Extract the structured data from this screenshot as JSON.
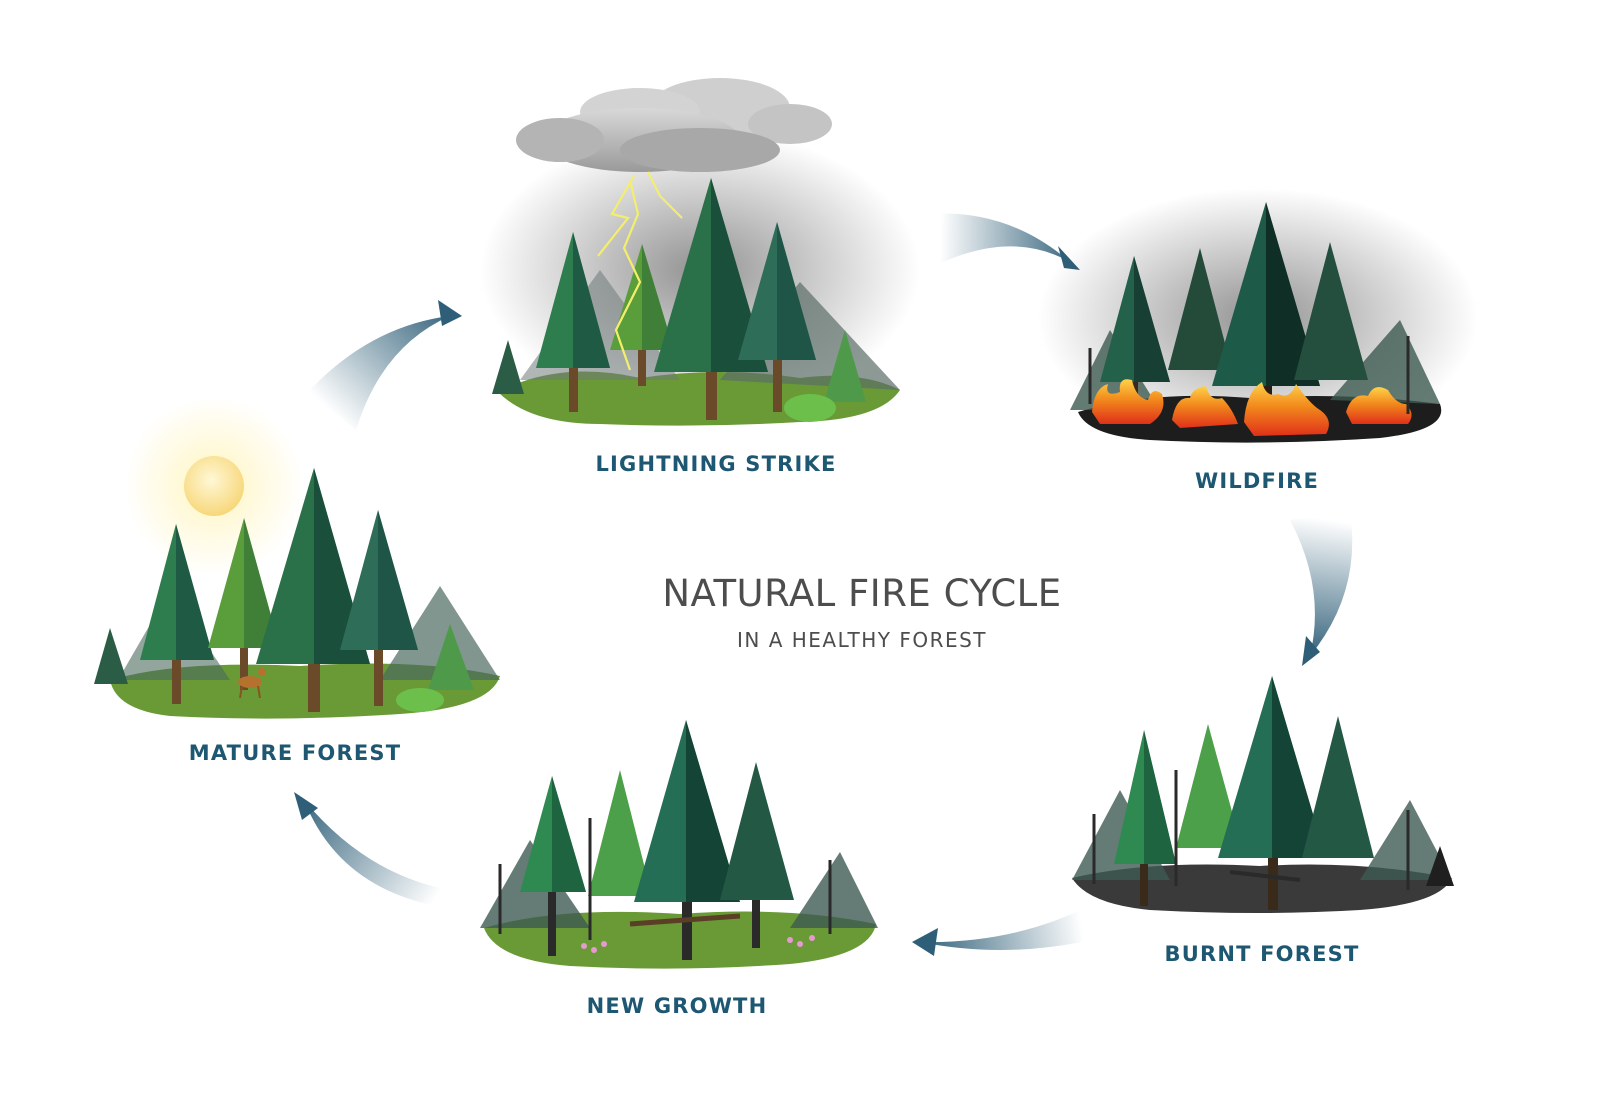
{
  "diagram": {
    "title": "NATURAL FIRE CYCLE",
    "subtitle": "IN A HEALTHY FOREST",
    "stages": [
      {
        "id": "lightning",
        "label": "LIGHTNING STRIKE"
      },
      {
        "id": "wildfire",
        "label": "WILDFIRE"
      },
      {
        "id": "burnt",
        "label": "BURNT FOREST"
      },
      {
        "id": "growth",
        "label": "NEW GROWTH"
      },
      {
        "id": "mature",
        "label": "MATURE FOREST"
      }
    ],
    "cycle_order": [
      "LIGHTNING STRIKE",
      "WILDFIRE",
      "BURNT FOREST",
      "NEW GROWTH",
      "MATURE FOREST"
    ]
  },
  "colors": {
    "label": "#1e5772",
    "title": "#4d4d4d",
    "arrow": "#2f5f78",
    "tree_dark": "#1f5a44",
    "tree_mid": "#2e7d4f",
    "tree_light": "#5a9e3c",
    "ground": "#6aa03a",
    "fire": "#f07a1a",
    "ash": "#2f2f2f"
  }
}
